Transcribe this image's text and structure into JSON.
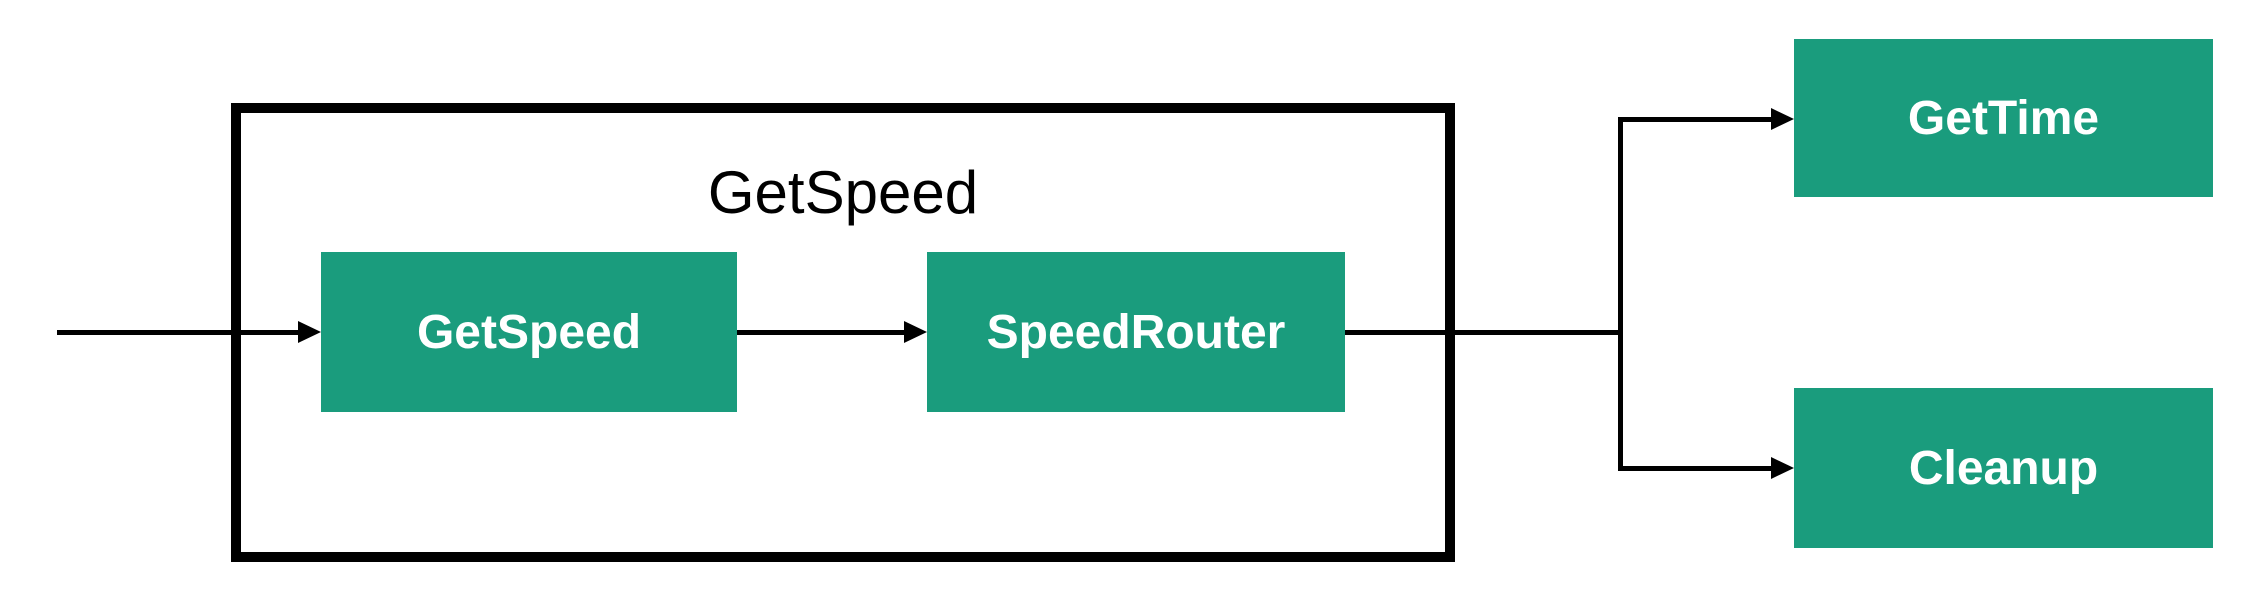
{
  "diagram": {
    "type": "flowchart",
    "colors": {
      "background": "#ffffff",
      "node_fill": "#1a9c7d",
      "node_text": "#ffffff",
      "line": "#000000",
      "title_text": "#000000"
    },
    "subgraph": {
      "title": "GetSpeed"
    },
    "nodes": [
      {
        "id": "getspeed",
        "label": "GetSpeed",
        "inside_subgraph": true
      },
      {
        "id": "speedrouter",
        "label": "SpeedRouter",
        "inside_subgraph": true
      },
      {
        "id": "gettime",
        "label": "GetTime",
        "inside_subgraph": false
      },
      {
        "id": "cleanup",
        "label": "Cleanup",
        "inside_subgraph": false
      }
    ],
    "edges": [
      {
        "from": "start",
        "to": "GetSpeed"
      },
      {
        "from": "GetSpeed",
        "to": "SpeedRouter"
      },
      {
        "from": "SpeedRouter",
        "to": "GetTime"
      },
      {
        "from": "SpeedRouter",
        "to": "Cleanup"
      }
    ]
  }
}
